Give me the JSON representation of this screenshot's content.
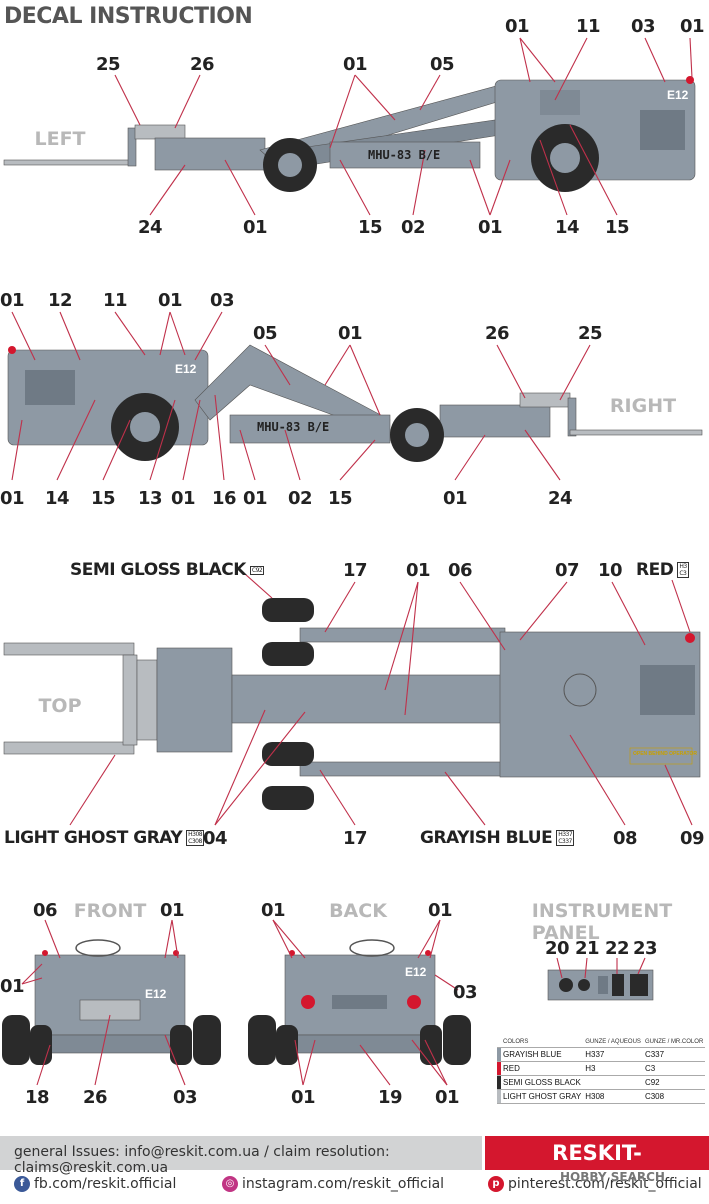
{
  "title": "DECAL INSTRUCTION",
  "views": {
    "left": "LEFT",
    "right": "RIGHT",
    "top": "TOP",
    "front": "FRONT",
    "back": "BACK",
    "instrument": "INSTRUMENT PANEL"
  },
  "vehicle_markings": {
    "side": "MHU-83 B/E",
    "id": "E12",
    "pump_label": "OPEN BEHIND OPERATOR"
  },
  "paints": {
    "semi_gloss_black": {
      "label": "SEMI GLOSS BLACK",
      "codes": [
        "C92"
      ]
    },
    "red": {
      "label": "RED",
      "codes": [
        "H3",
        "C3"
      ]
    },
    "light_ghost_gray": {
      "label": "LIGHT GHOST GRAY",
      "codes": [
        "H308",
        "C308"
      ]
    },
    "grayish_blue": {
      "label": "GRAYISH BLUE",
      "codes": [
        "H337",
        "C337"
      ]
    }
  },
  "callouts": {
    "left": {
      "top": [
        "01",
        "11",
        "03",
        "01",
        "25",
        "26",
        "01",
        "05"
      ],
      "bottom": [
        "24",
        "01",
        "15",
        "02",
        "01",
        "14",
        "15"
      ]
    },
    "right": {
      "top": [
        "01",
        "12",
        "11",
        "01",
        "03",
        "05",
        "01",
        "26",
        "25"
      ],
      "bottom": [
        "01",
        "14",
        "15",
        "13",
        "01",
        "16",
        "01",
        "02",
        "15",
        "01",
        "24"
      ]
    },
    "top": {
      "top": [
        "17",
        "01",
        "06",
        "07",
        "10"
      ],
      "bottom": [
        "04",
        "17",
        "08",
        "09"
      ]
    },
    "front": {
      "labels": [
        "06",
        "01",
        "01",
        "18",
        "26",
        "03"
      ]
    },
    "back": {
      "labels": [
        "01",
        "01",
        "03",
        "01",
        "19",
        "01"
      ]
    },
    "instrument": {
      "labels": [
        "20",
        "21",
        "22",
        "23"
      ]
    }
  },
  "color_table": {
    "headers": [
      "COLORS",
      "GUNZE / AQUEOUS",
      "GUNZE / MR.COLOR"
    ],
    "rows": [
      {
        "name": "GRAYISH BLUE",
        "aqueous": "H337",
        "mr": "C337",
        "swatch": "#8e99a4"
      },
      {
        "name": "RED",
        "aqueous": "H3",
        "mr": "C3",
        "swatch": "#d4172e"
      },
      {
        "name": "SEMI GLOSS BLACK",
        "aqueous": "",
        "mr": "C92",
        "swatch": "#2a2a2a"
      },
      {
        "name": "LIGHT GHOST GRAY",
        "aqueous": "H308",
        "mr": "C308",
        "swatch": "#b8bcc0"
      }
    ]
  },
  "footer": {
    "email_line": "general Issues: info@reskit.com.ua / claim resolution: claims@reskit.com.ua",
    "brand": "RESKIT-MODELS.COM",
    "facebook": "fb.com/reskit.official",
    "instagram": "instagram.com/reskit_official",
    "pinterest": "pinterest.com/reskit_official",
    "watermark": "HOBBY SEARCH"
  },
  "colors": {
    "body": "#8e99a4",
    "body_dark": "#6f7a85",
    "tire": "#2a2a2a",
    "accent": "#d4172e",
    "leader": "#c0304a"
  }
}
